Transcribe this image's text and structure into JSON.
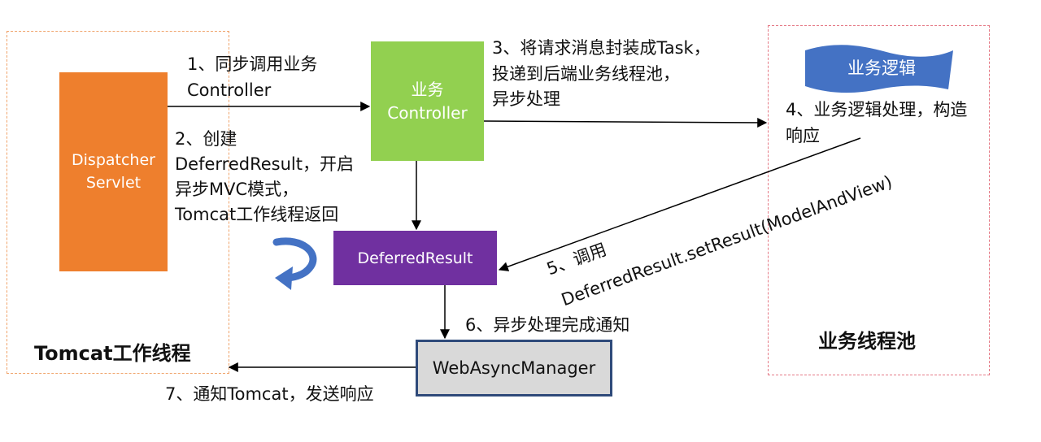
{
  "containers": {
    "tomcat_title": "Tomcat工作线程",
    "pool_title": "业务线程池"
  },
  "nodes": {
    "dispatcher": "DispatcherServlet",
    "controller_line1": "业务",
    "controller_line2": "Controller",
    "deferred_result": "DeferredResult",
    "web_async_manager": "WebAsyncManager",
    "business_logic": "业务逻辑"
  },
  "steps": {
    "step1_line1": "1、同步调用业务",
    "step1_line2": "Controller",
    "step2_line1": "2、创建",
    "step2_line2": "DeferredResult，开启",
    "step2_line3": "异步MVC模式，",
    "step2_line4": "Tomcat工作线程返回",
    "step3_line1": "3、将请求消息封装成Task，",
    "step3_line2": "投递到后端业务线程池，",
    "step3_line3": "异步处理",
    "step4_line1": "4、业务逻辑处理，构造",
    "step4_line2": "响应",
    "step5_line1": "5、调用",
    "step5_line2": "DeferredResult.setResult(ModelAndView)",
    "step6": "6、异步处理完成通知",
    "step7": "7、通知Tomcat，发送响应"
  },
  "colors": {
    "dispatcher": "#ee7f2d",
    "controller": "#92d050",
    "deferred_result": "#7030a0",
    "web_async_manager_fill": "#d9d9d9",
    "web_async_manager_border": "#2f4a7a",
    "business_logic": "#4472c4",
    "curved_arrow": "#4472c4",
    "tomcat_border": "#f0a36a",
    "pool_border": "#e57a86"
  }
}
